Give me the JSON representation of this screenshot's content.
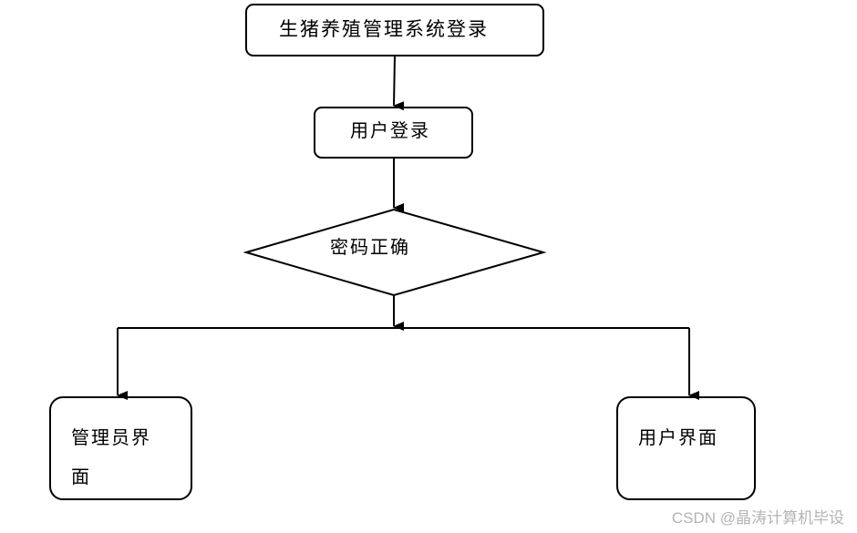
{
  "diagram": {
    "nodes": {
      "system_login": "生猪养殖管理系统登录",
      "user_login": "用户登录",
      "password_check": "密码正确",
      "admin_interface_line1": "管理员界",
      "admin_interface_line2": "面",
      "user_interface": "用户界面"
    },
    "edges": [
      {
        "from": "system_login",
        "to": "user_login"
      },
      {
        "from": "user_login",
        "to": "password_check"
      },
      {
        "from": "password_check",
        "to": "admin_interface"
      },
      {
        "from": "password_check",
        "to": "user_interface"
      }
    ],
    "colors": {
      "stroke": "#000000",
      "fill": "#ffffff"
    }
  },
  "watermark": "CSDN @晶涛计算机毕设"
}
